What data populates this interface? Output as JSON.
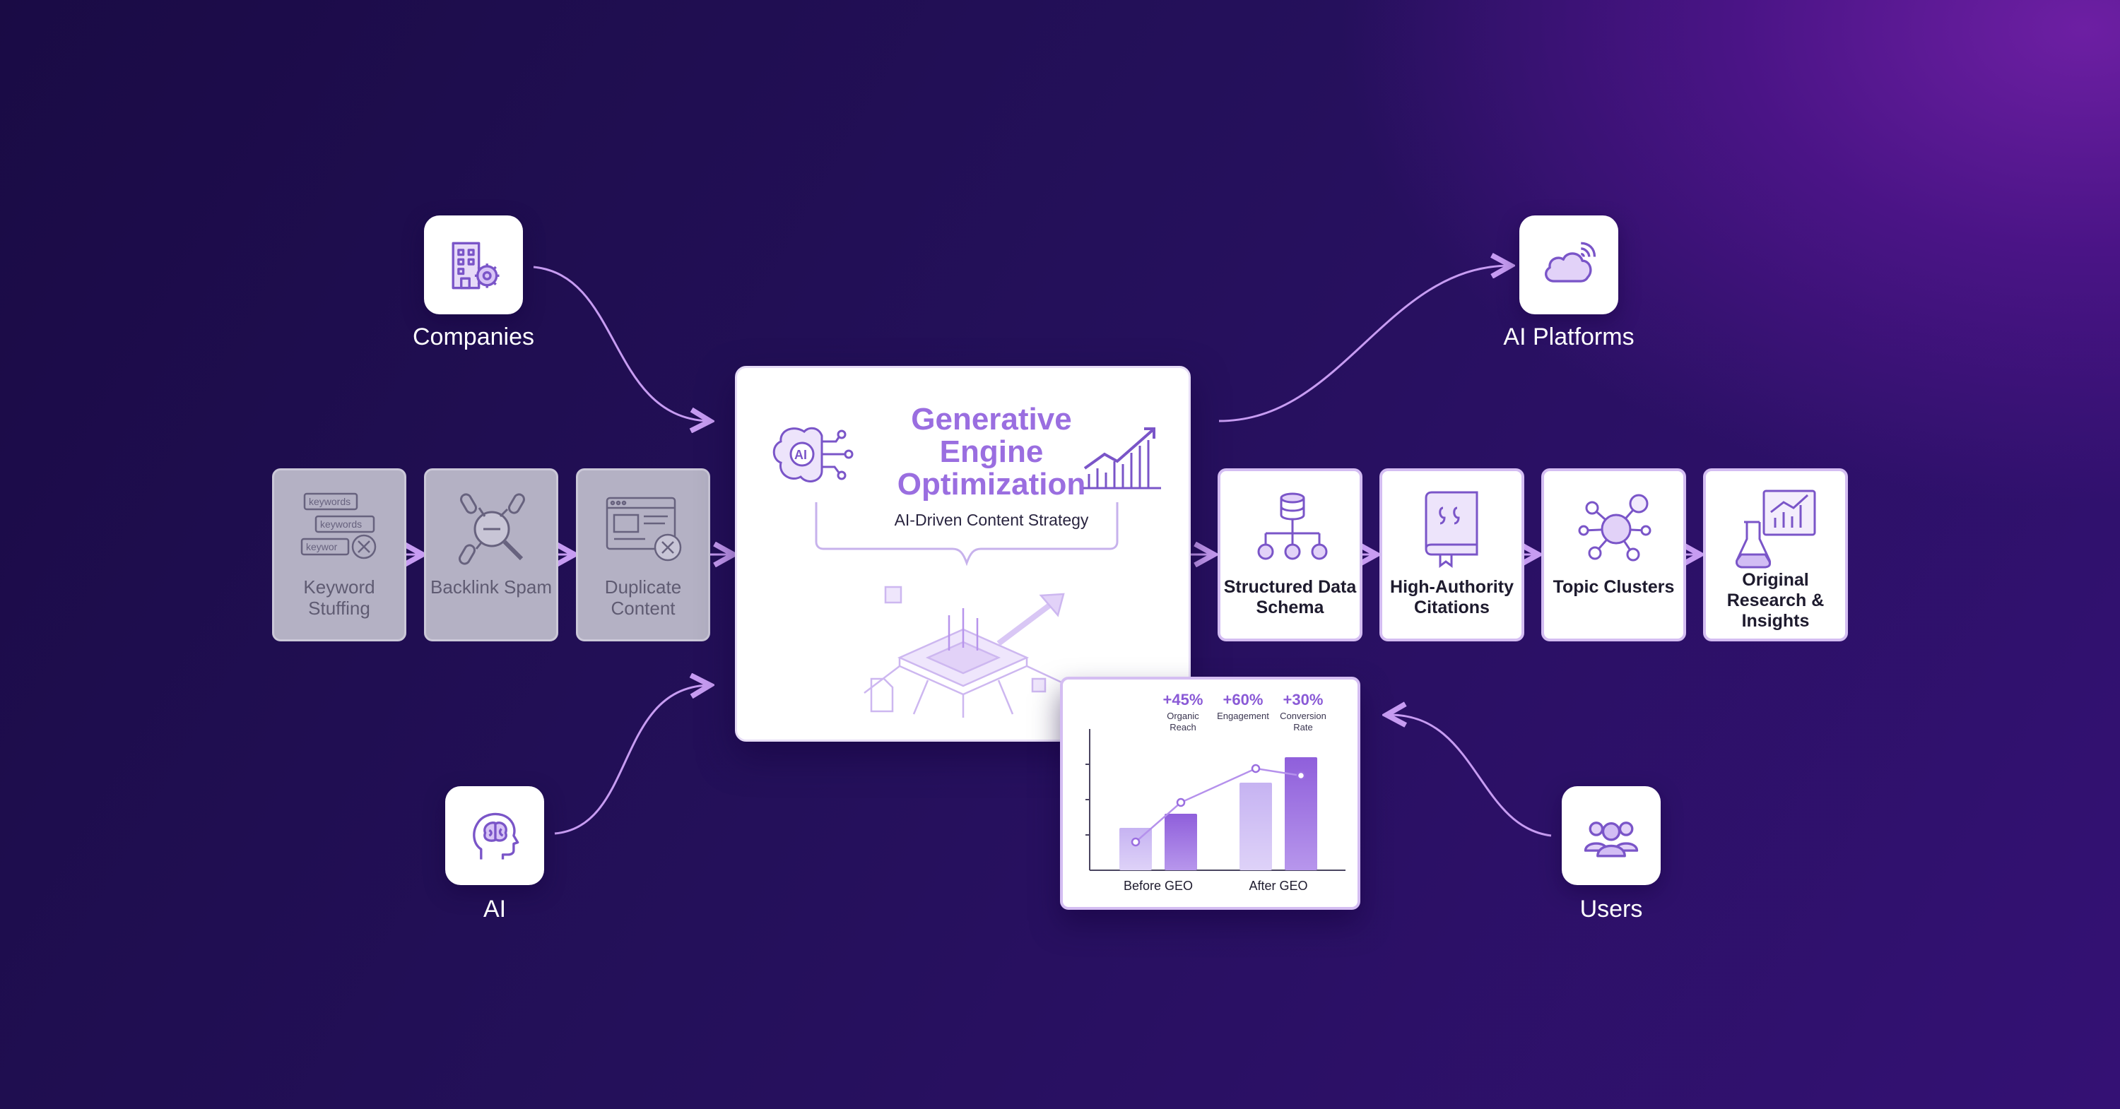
{
  "actors": {
    "companies": "Companies",
    "ai": "AI",
    "ai_platforms": "AI Platforms",
    "users": "Users"
  },
  "old_tactics": [
    {
      "label": "Keyword Stuffing",
      "icon": "keyword-list-icon",
      "mini_text": [
        "keywords",
        "keywords",
        "keywor"
      ]
    },
    {
      "label": "Backlink Spam",
      "icon": "link-magnifier-icon"
    },
    {
      "label": "Duplicate Content",
      "icon": "browser-window-x-icon"
    }
  ],
  "geo": {
    "title_lines": [
      "Generative",
      "Engine",
      "Optimization"
    ],
    "subtitle": "AI-Driven Content Strategy",
    "ai_badge": "AI",
    "left_icon": "ai-brain-icon",
    "right_icon": "growth-chart-icon",
    "illustration": "processor-chip-icon"
  },
  "strategies": [
    {
      "label": "Structured Data Schema",
      "icon": "database-hierarchy-icon"
    },
    {
      "label": "High-Authority Citations",
      "icon": "quote-book-icon"
    },
    {
      "label": "Topic Clusters",
      "icon": "cluster-network-icon"
    },
    {
      "label": "Original Research & Insights",
      "icon": "flask-chart-icon"
    }
  ],
  "chart_data": {
    "type": "bar",
    "categories": [
      "Before GEO",
      "After GEO"
    ],
    "series": [
      {
        "values": [
          30,
          62
        ]
      },
      {
        "values": [
          40,
          80
        ]
      }
    ],
    "trend_points": [
      20,
      48,
      72,
      67
    ],
    "metrics": [
      {
        "value": "+45%",
        "label_lines": [
          "Organic",
          "Reach"
        ]
      },
      {
        "value": "+60%",
        "label_lines": [
          "Engagement"
        ]
      },
      {
        "value": "+30%",
        "label_lines": [
          "Conversion",
          "Rate"
        ]
      }
    ],
    "ylim": [
      0,
      100
    ]
  },
  "colors": {
    "accent": "#9a6ee0",
    "bar_light": "#c6b3f2",
    "bar_dark": "#8f5fdb",
    "arrow": "#c79cf2"
  }
}
